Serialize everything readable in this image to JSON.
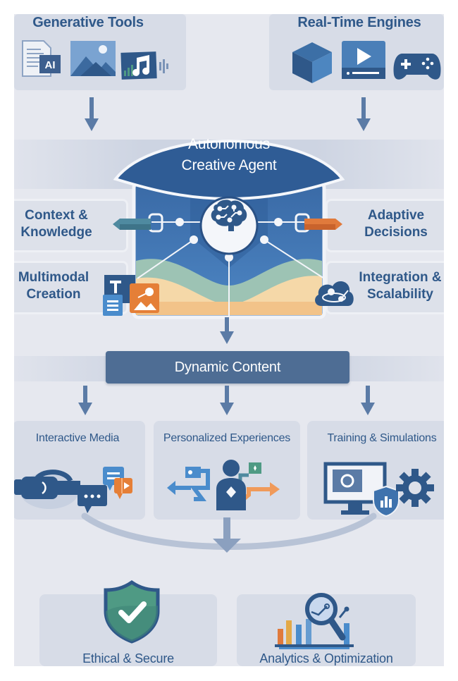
{
  "top": {
    "generative_tools": {
      "title": "Generative Tools",
      "icons": [
        "document-ai-icon",
        "image-icon",
        "music-audio-icon"
      ],
      "icon_badge": "AI"
    },
    "real_time_engines": {
      "title": "Real-Time Engines",
      "icons": [
        "3d-cube-icon",
        "video-player-icon",
        "gamepad-icon"
      ]
    }
  },
  "core": {
    "title_line1": "Autonomous",
    "title_line2": "Creative Agent",
    "center_icon": "brain-circuit-icon"
  },
  "capabilities": {
    "left": [
      {
        "line1": "Context &",
        "line2": "Knowledge",
        "connector_color": "#4f8aa0"
      },
      {
        "line1": "Multimodal",
        "line2": "Creation",
        "icons": [
          "text-icon",
          "list-icon",
          "image-edit-icon"
        ]
      }
    ],
    "right": [
      {
        "line1": "Adaptive",
        "line2": "Decisions",
        "connector_color": "#d96a3a"
      },
      {
        "line1": "Integration &",
        "line2": "Scalability",
        "icons": [
          "cloud-network-icon"
        ]
      }
    ]
  },
  "dynamic_content": {
    "label": "Dynamic Content"
  },
  "outputs": [
    {
      "title": "Interactive Media",
      "icons": [
        "vr-headset-icon",
        "chat-bubbles-icon",
        "play-icon"
      ]
    },
    {
      "title": "Personalized Experiences",
      "icons": [
        "user-icon",
        "flow-arrows-icon"
      ]
    },
    {
      "title": "Training & Simulations",
      "icons": [
        "monitor-icon",
        "shield-chart-icon",
        "gear-icon"
      ]
    }
  ],
  "bottom": [
    {
      "title": "Ethical & Secure",
      "icon": "shield-check-icon"
    },
    {
      "title": "Analytics & Optimization",
      "icon": "magnifier-chart-icon"
    }
  ],
  "colors": {
    "primary": "#2f5889",
    "accent_blue": "#3e72ad",
    "orange": "#e07a3c",
    "teal": "#4f8aa0",
    "green": "#4f9a84",
    "background": "#e6e8ef"
  }
}
